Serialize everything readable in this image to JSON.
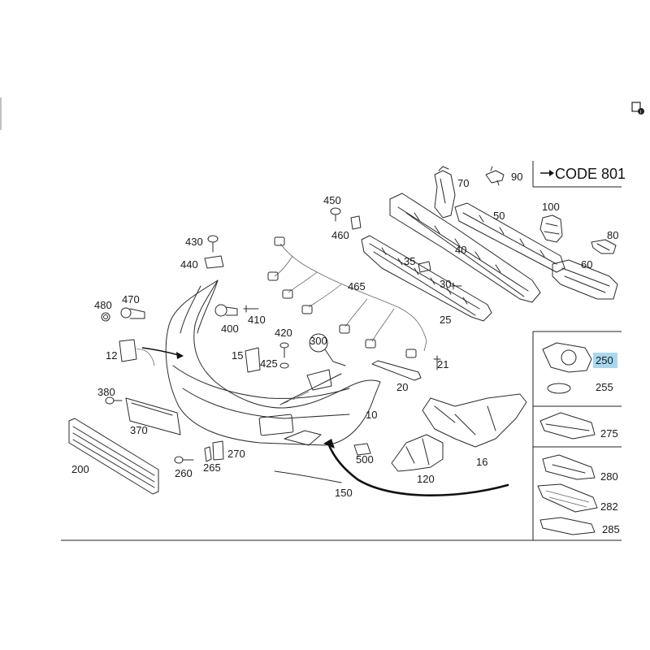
{
  "code_box": {
    "text": "CODE 801"
  },
  "highlight_color": "#a8d8f0",
  "labels": {
    "p450": "450",
    "p460": "460",
    "p430": "430",
    "p440": "440",
    "p465": "465",
    "p480": "480",
    "p470": "470",
    "p400": "400",
    "p410": "410",
    "p420": "420",
    "p425": "425",
    "p300": "300",
    "p15": "15",
    "p12": "12",
    "p380": "380",
    "p370": "370",
    "p200": "200",
    "p260": "260",
    "p265": "265",
    "p270": "270",
    "p500": "500",
    "p120": "120",
    "p150": "150",
    "p10": "10",
    "p16": "16",
    "p20": "20",
    "p21": "21",
    "p25": "25",
    "p30": "30",
    "p35": "35",
    "p40": "40",
    "p50": "50",
    "p60": "60",
    "p70": "70",
    "p80": "80",
    "p90": "90",
    "p100": "100",
    "p250": "250",
    "p255": "255",
    "p275": "275",
    "p280": "280",
    "p282": "282",
    "p285": "285"
  },
  "icons": {
    "corner": "info-doc-icon"
  }
}
